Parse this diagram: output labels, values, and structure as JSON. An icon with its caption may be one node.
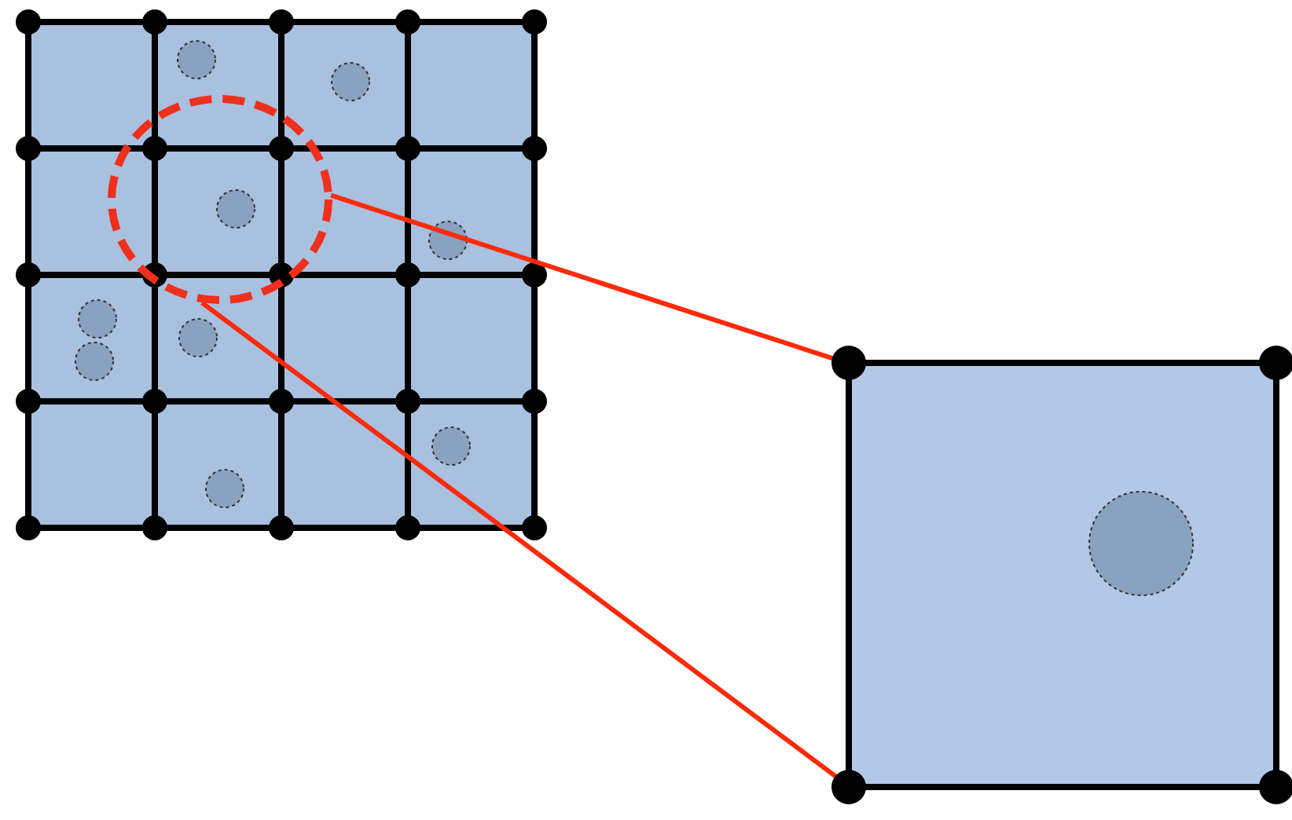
{
  "diagram": {
    "nodes": [
      {
        "text": [],
        "shape": "circle"
      },
      {
        "text": [],
        "shape": "box"
      }
    ],
    "edges": [
      {
        "from": 0,
        "to": 1,
        "arrow": "none",
        "color": "#ff2a0a"
      },
      {
        "from": 0,
        "to": 1,
        "arrow": "none",
        "color": "#ff2a0a"
      }
    ]
  }
}
